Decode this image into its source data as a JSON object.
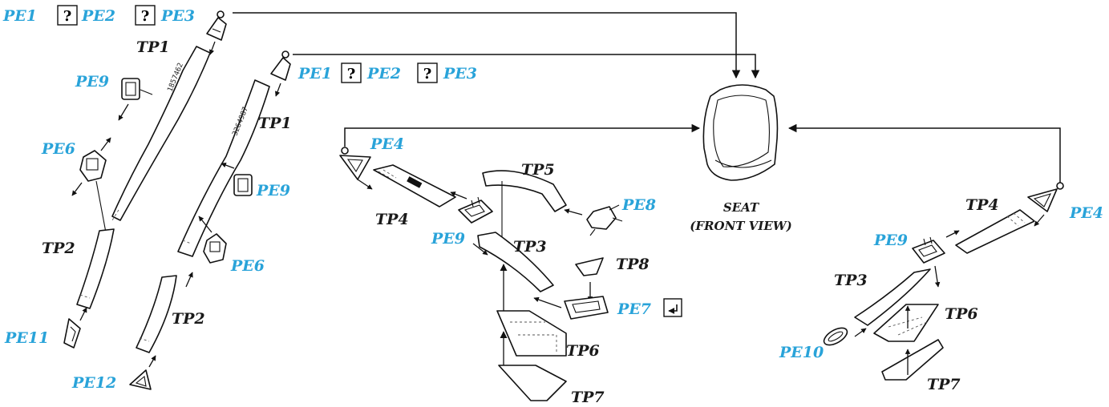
{
  "colors": {
    "part_label": "#29a3d9",
    "tool_label": "#1a1a1a",
    "line": "#111111"
  },
  "seat": {
    "line1": "SEAT",
    "line2": "(FRONT VIEW)"
  },
  "left_group": {
    "pe1": "PE1",
    "box1": "?",
    "pe2": "PE2",
    "box2": "?",
    "pe3": "PE3",
    "tp1": "TP1",
    "pe9": "PE9",
    "pe6": "PE6",
    "tp2": "TP2",
    "pe11": "PE11",
    "stamp": "1857462"
  },
  "second_group": {
    "pe1": "PE1",
    "box1": "?",
    "pe2": "PE2",
    "box2": "?",
    "pe3": "PE3",
    "tp1": "TP1",
    "pe9": "PE9",
    "pe6": "PE6",
    "tp2": "TP2",
    "pe12": "PE12",
    "stamp": "3264987"
  },
  "center_group": {
    "pe4": "PE4",
    "tp5": "TP5",
    "pe8": "PE8",
    "tp4": "TP4",
    "pe9": "PE9",
    "tp3": "TP3",
    "tp8": "TP8",
    "pe7": "PE7",
    "pe7_icon": "return-arrow-icon",
    "tp6": "TP6",
    "tp7": "TP7"
  },
  "right_group": {
    "tp4": "TP4",
    "pe4": "PE4",
    "pe9": "PE9",
    "tp3": "TP3",
    "tp6": "TP6",
    "pe10": "PE10",
    "tp7": "TP7"
  }
}
